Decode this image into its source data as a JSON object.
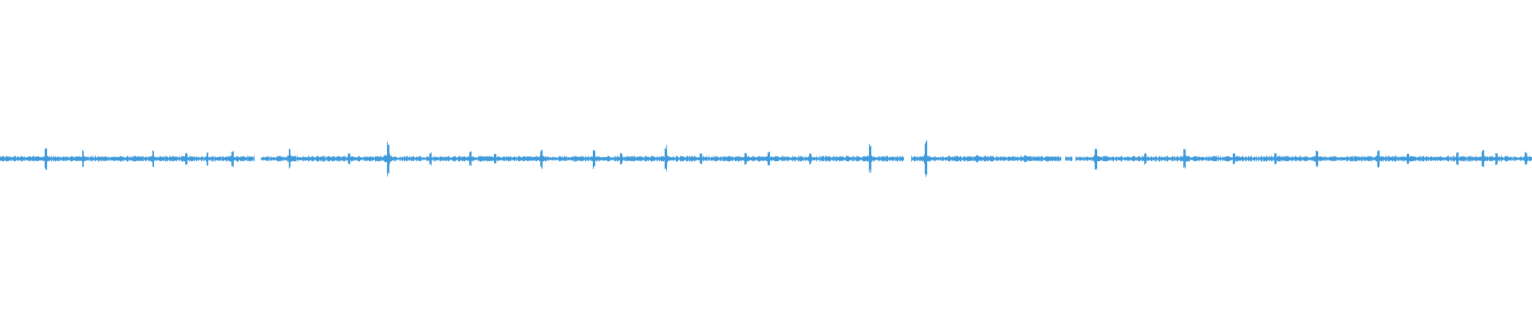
{
  "waveform": {
    "color": "#3f9bdc",
    "background": "#ffffff",
    "spikes": [
      {
        "pos": 0.0297,
        "amp": 0.035
      },
      {
        "pos": 0.0538,
        "amp": 0.028
      },
      {
        "pos": 0.0997,
        "amp": 0.03
      },
      {
        "pos": 0.1214,
        "amp": 0.02
      },
      {
        "pos": 0.1351,
        "amp": 0.022
      },
      {
        "pos": 0.1516,
        "amp": 0.025
      },
      {
        "pos": 0.1888,
        "amp": 0.035
      },
      {
        "pos": 0.2276,
        "amp": 0.018
      },
      {
        "pos": 0.2531,
        "amp": 0.055
      },
      {
        "pos": 0.2807,
        "amp": 0.02
      },
      {
        "pos": 0.3068,
        "amp": 0.025
      },
      {
        "pos": 0.3229,
        "amp": 0.015
      },
      {
        "pos": 0.3531,
        "amp": 0.03
      },
      {
        "pos": 0.3875,
        "amp": 0.03
      },
      {
        "pos": 0.4052,
        "amp": 0.018
      },
      {
        "pos": 0.4344,
        "amp": 0.04
      },
      {
        "pos": 0.4573,
        "amp": 0.018
      },
      {
        "pos": 0.4865,
        "amp": 0.02
      },
      {
        "pos": 0.5016,
        "amp": 0.025
      },
      {
        "pos": 0.5286,
        "amp": 0.018
      },
      {
        "pos": 0.5677,
        "amp": 0.045
      },
      {
        "pos": 0.6042,
        "amp": 0.055
      },
      {
        "pos": 0.6375,
        "amp": 0.012
      },
      {
        "pos": 0.6693,
        "amp": 0.012
      },
      {
        "pos": 0.7151,
        "amp": 0.035
      },
      {
        "pos": 0.7474,
        "amp": 0.018
      },
      {
        "pos": 0.7729,
        "amp": 0.032
      },
      {
        "pos": 0.8052,
        "amp": 0.018
      },
      {
        "pos": 0.8323,
        "amp": 0.018
      },
      {
        "pos": 0.8594,
        "amp": 0.025
      },
      {
        "pos": 0.8995,
        "amp": 0.03
      },
      {
        "pos": 0.9188,
        "amp": 0.018
      },
      {
        "pos": 0.951,
        "amp": 0.02
      },
      {
        "pos": 0.9677,
        "amp": 0.028
      },
      {
        "pos": 0.9766,
        "amp": 0.02
      },
      {
        "pos": 0.9958,
        "amp": 0.02
      }
    ],
    "gaps": [
      [
        0.1657,
        0.1698
      ],
      [
        0.5901,
        0.5943
      ],
      [
        0.6922,
        0.6953
      ],
      [
        0.6995,
        0.7016
      ]
    ],
    "noise_amp": 0.006
  }
}
